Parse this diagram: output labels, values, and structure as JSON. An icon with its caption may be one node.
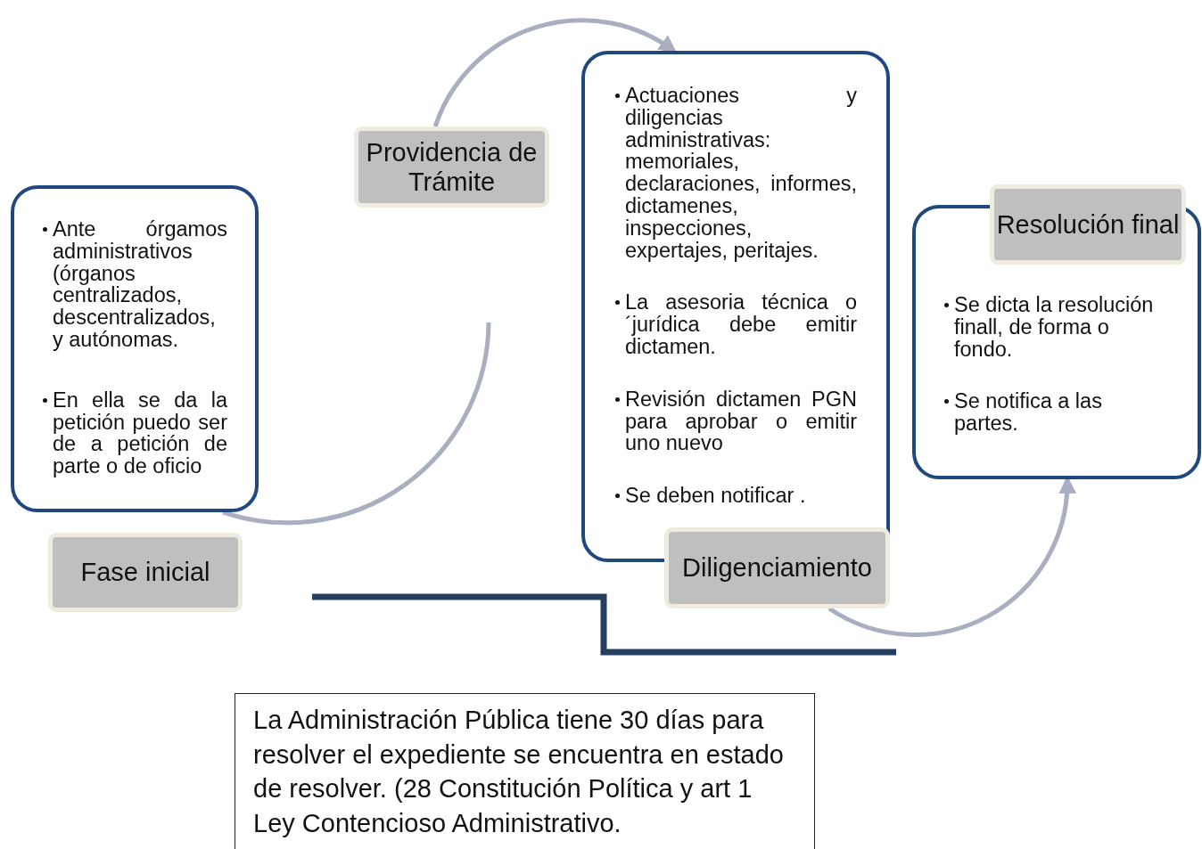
{
  "diagram": {
    "nodes": [
      {
        "text": [
          "Ante órgamos administrativos (órganos centralizados, descentralizados, y autónomas.",
          "En ella se da la petición puedo ser de a petición de parte o de oficio"
        ]
      },
      {
        "text": [
          "Fase inicial"
        ]
      },
      {
        "text": [
          "Providencia de Trámite"
        ]
      },
      {
        "text": [
          "Actuaciones y diligencias administrativas: memoriales, declaraciones, informes, dictamenes, inspecciones, expertajes, peritajes.",
          "La asesoria técnica o´jurídica debe emitir dictamen.",
          "Revisión dictamen PGN para aprobar o emitir uno nuevo",
          "Se deben notificar ."
        ]
      },
      {
        "text": [
          "Diligenciamiento"
        ]
      },
      {
        "text": [
          "Se dicta la resolución finall, de forma o fondo.",
          "Se notifica a las partes."
        ]
      },
      {
        "text": [
          "Resolución final"
        ]
      },
      {
        "text": [
          "La Administración Pública tiene 30 días para resolver el expediente se encuentra en estado de resolver. (28 Constitución Política y art 1 Ley Contencioso Administrativo."
        ]
      }
    ],
    "edges": [
      {
        "from": 0,
        "to": null,
        "arrow": "none"
      },
      {
        "from": 2,
        "to": 3,
        "arrow": "to"
      },
      {
        "from": 4,
        "to": 5,
        "arrow": "to"
      }
    ]
  }
}
